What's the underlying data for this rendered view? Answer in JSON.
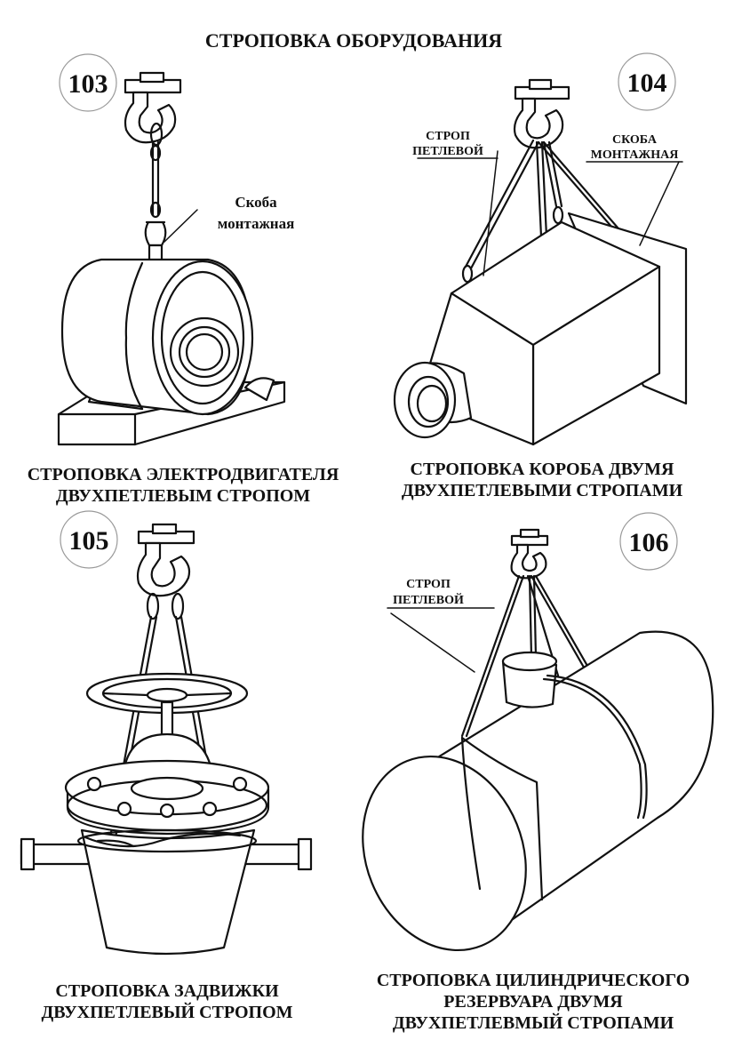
{
  "page": {
    "title": "СТРОПОВКА ОБОРУДОВАНИЯ"
  },
  "figures": [
    {
      "number": "103",
      "caption": [
        "СТРОПОВКА ЭЛЕКТРОДВИГАТЕЛЯ",
        "ДВУХПЕТЛЕВЫМ СТРОПОМ"
      ],
      "labels": [
        [
          "Скоба",
          "монтажная"
        ]
      ]
    },
    {
      "number": "104",
      "caption": [
        "СТРОПОВКА КОРОБА ДВУМЯ",
        "ДВУХПЕТЛЕВЫМИ СТРОПАМИ"
      ],
      "labels": [
        [
          "СТРОП",
          "ПЕТЛЕВОЙ"
        ],
        [
          "СКОБА",
          "МОНТАЖНАЯ"
        ]
      ]
    },
    {
      "number": "105",
      "caption": [
        "СТРОПОВКА ЗАДВИЖКИ",
        "ДВУХПЕТЛЕВЫЙ СТРОПОМ"
      ],
      "labels": []
    },
    {
      "number": "106",
      "caption": [
        "СТРОПОВКА ЦИЛИНДРИЧЕСКОГО",
        "РЕЗЕРВУАРА ДВУМЯ",
        "ДВУХПЕТЛЕВМЫЙ СТРОПАМИ"
      ],
      "labels": [
        [
          "СТРОП",
          "ПЕТЛЕВОЙ"
        ]
      ]
    }
  ]
}
